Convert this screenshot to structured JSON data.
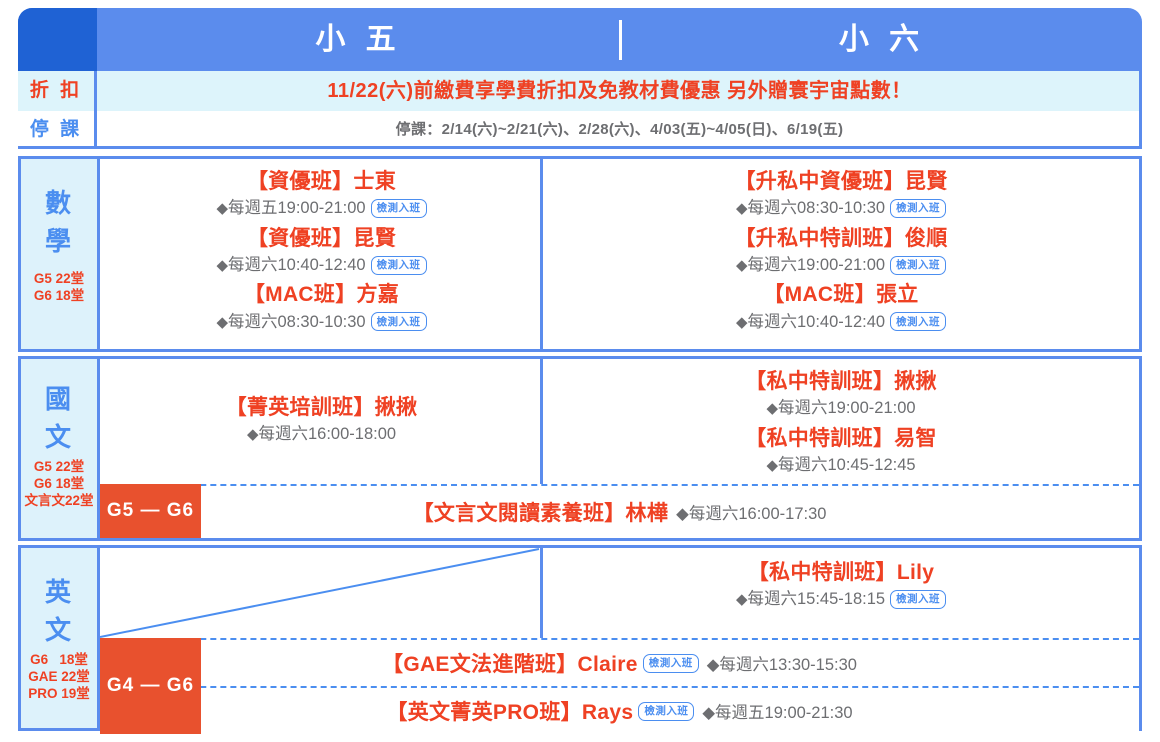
{
  "header": {
    "col1": "小 五",
    "col2": "小 六"
  },
  "notice": {
    "discount_label": "折 扣",
    "discount_text": "11/22(六)前繳費享學費折扣及免教材費優惠  另外贈寰宇宙點數！",
    "suspend_label": "停 課",
    "suspend_text": "停課：2/14(六)~2/21(六)、2/28(六)、4/03(五)~4/05(日)、6/19(五)"
  },
  "icons": {
    "diamond": "◆"
  },
  "badge_label": "檢測入班",
  "colors": {
    "header_main": "#5b8ced",
    "header_left": "#1f62d4",
    "accent_red": "#ef4123",
    "accent_orange": "#e8512e",
    "label_bg": "#ddf2fb",
    "time_gray": "#6d6e71",
    "border_blue": "#5b8ced"
  },
  "subjects": [
    {
      "key": "math",
      "title": "數\n學",
      "counts": "G5 22堂\nG6 18堂",
      "g5": [
        {
          "name": "【資優班】士東",
          "time": "每週五19:00-21:00",
          "badge": true
        },
        {
          "name": "【資優班】昆賢",
          "time": "每週六10:40-12:40",
          "badge": true
        },
        {
          "name": "【MAC班】方嘉",
          "time": "每週六08:30-10:30",
          "badge": true
        }
      ],
      "g6": [
        {
          "name": "【升私中資優班】昆賢",
          "time": "每週六08:30-10:30",
          "badge": true
        },
        {
          "name": "【升私中特訓班】俊順",
          "time": "每週六19:00-21:00",
          "badge": true
        },
        {
          "name": "【MAC班】張立",
          "time": "每週六10:40-12:40",
          "badge": true
        }
      ],
      "full_rows": []
    },
    {
      "key": "chinese",
      "title": "國\n文",
      "counts": "G5 22堂\nG6 18堂\n文言文22堂",
      "g5": [
        {
          "name": "【菁英培訓班】揪揪",
          "time": "每週六16:00-18:00",
          "badge": false
        }
      ],
      "g6": [
        {
          "name": "【私中特訓班】揪揪",
          "time": "每週六19:00-21:00",
          "badge": false
        },
        {
          "name": "【私中特訓班】易智",
          "time": "每週六10:45-12:45",
          "badge": false
        }
      ],
      "full_rows": [
        {
          "grade": "G5 — G6",
          "name": "【文言文閱讀素養班】林樺",
          "time": "每週六16:00-17:30",
          "badge": false
        }
      ]
    },
    {
      "key": "english",
      "title": "英\n文",
      "counts": "G6   18堂\nGAE 22堂\nPRO 19堂",
      "g5": [],
      "g6": [
        {
          "name": "【私中特訓班】Lily",
          "time": "每週六15:45-18:15",
          "badge": true
        }
      ],
      "full_rows": [
        {
          "grade": "G4 — G6",
          "name": "【GAE文法進階班】Claire",
          "time": "每週六13:30-15:30",
          "badge": true
        },
        {
          "grade": "",
          "name": "【英文菁英PRO班】Rays",
          "time": "每週五19:00-21:30",
          "badge": true
        }
      ]
    }
  ]
}
